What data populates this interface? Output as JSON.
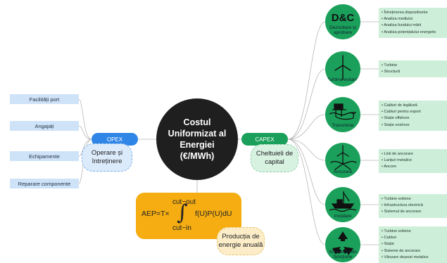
{
  "center": {
    "title": "Costul\nUniformizat al\nEnergiei\n(€/MWh)"
  },
  "opex": {
    "label": "OPEX",
    "description": "Operare și\nîntreținere",
    "items": [
      "Facilități port",
      "Angajați",
      "Echipamente",
      "Reparare componente"
    ]
  },
  "capex": {
    "label": "CAPEX",
    "description": "Cheltuieli de\ncapital",
    "categories": [
      {
        "title": "D&C",
        "label": "Dezvoltare și\naprobare",
        "icon": "dc-text-icon",
        "items": [
          "Întreținerea dispozitivelor",
          "Analiza mediului",
          "Analiza fundului mării",
          "Analiza potențialului energetic"
        ]
      },
      {
        "label": "Turbina eoliană",
        "icon": "wind-turbine-icon",
        "items": [
          "Turbine",
          "Structură"
        ]
      },
      {
        "label": "Transmisie",
        "icon": "transmission-icon",
        "items": [
          "Cabluri de legătură",
          "Cabluri pentru export",
          "Stație offshore",
          "Stație onshore"
        ]
      },
      {
        "label": "Ancorare",
        "icon": "anchored-turbine-icon",
        "items": [
          "Linii de ancorare",
          "Lanțuri metalice",
          "Ancore"
        ]
      },
      {
        "label": "Instalare",
        "icon": "installation-vessel-icon",
        "items": [
          "Turbine eoliene",
          "Infrastructura electrică",
          "Sistemul de ancorare"
        ]
      },
      {
        "label": "Scoaterea din\nfuncțiune",
        "icon": "recycle-icon",
        "items": [
          "Turbine eoliene",
          "Cabluri",
          "Stație",
          "Sisteme de ancorare",
          "Vânzare deșeuri metalice"
        ]
      }
    ]
  },
  "aep": {
    "lhs": "AEP=T×",
    "upper": "cut−out",
    "integral": "∫",
    "lower": "cut−in",
    "rhs": "f(U)P(U)dU",
    "description": "Producția de\nenergie anuală"
  },
  "colors": {
    "center": "#1f1f1f",
    "opex": "#2f86e6",
    "capex": "#1aa05a",
    "aep": "#f5ad12"
  }
}
